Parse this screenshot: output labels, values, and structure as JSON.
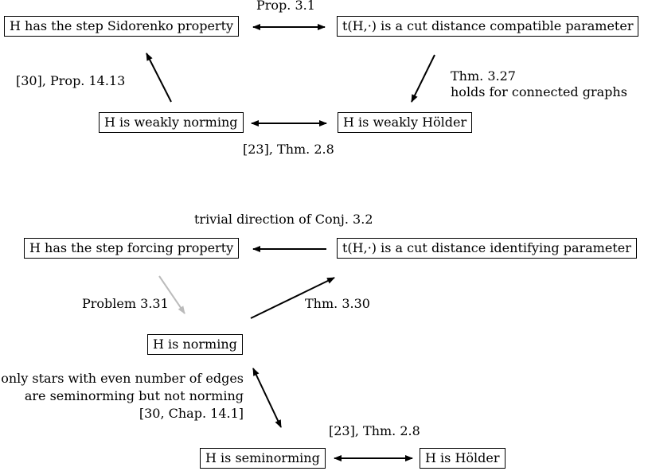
{
  "colors": {
    "ink": "#000000",
    "open_problem": "#bbbbbb"
  },
  "top": {
    "step_sidorenko": "H has the step Sidorenko property",
    "cut_compatible": "t(H,·) is a cut distance compatible parameter",
    "weakly_norming": "H is weakly norming",
    "weakly_holder": "H is weakly Hölder",
    "prop_3_1": "Prop. 3.1",
    "ref_30_prop": "[30], Prop. 14.13",
    "thm_3_27_line1": "Thm. 3.27",
    "thm_3_27_line2": "holds for connected graphs",
    "ref_23_thm": "[23], Thm. 2.8"
  },
  "bottom": {
    "trivial_direction": "trivial direction of Conj. 3.2",
    "step_forcing": "H has the step forcing property",
    "cut_identifying": "t(H,·) is a cut distance identifying parameter",
    "problem_3_31": "Problem 3.31",
    "thm_3_30": "Thm. 3.30",
    "norming": "H is norming",
    "stars_line1": "only stars with even number of edges",
    "stars_line2": "are seminorming but not norming",
    "stars_line3": "[30, Chap. 14.1]",
    "ref_23_thm": "[23], Thm. 2.8",
    "seminorming": "H is seminorming",
    "holder": "H is Hölder"
  }
}
